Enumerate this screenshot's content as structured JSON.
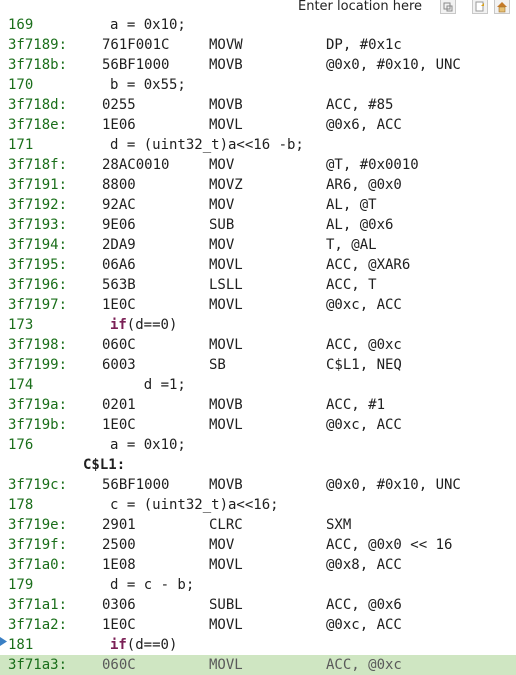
{
  "toolbar": {
    "location_placeholder": "Enter location here",
    "icons": [
      "link-to-editor-icon",
      "refresh-icon",
      "home-icon"
    ]
  },
  "lines": [
    {
      "kind": "src",
      "addr": "169",
      "text": "a = 0x10;"
    },
    {
      "kind": "asm",
      "addr": "3f7189:",
      "op": "761F001C",
      "mn": "MOVW",
      "args": "DP, #0x1c"
    },
    {
      "kind": "asm",
      "addr": "3f718b:",
      "op": "56BF1000",
      "mn": "MOVB",
      "args": "@0x0, #0x10, UNC"
    },
    {
      "kind": "src",
      "addr": "170",
      "text": "b = 0x55;"
    },
    {
      "kind": "asm",
      "addr": "3f718d:",
      "op": "0255",
      "mn": "MOVB",
      "args": "ACC, #85"
    },
    {
      "kind": "asm",
      "addr": "3f718e:",
      "op": "1E06",
      "mn": "MOVL",
      "args": "@0x6, ACC"
    },
    {
      "kind": "src",
      "addr": "171",
      "text": "d = (uint32_t)a<<16 -b;"
    },
    {
      "kind": "asm",
      "addr": "3f718f:",
      "op": "28AC0010",
      "mn": "MOV",
      "args": "@T, #0x0010"
    },
    {
      "kind": "asm",
      "addr": "3f7191:",
      "op": "8800",
      "mn": "MOVZ",
      "args": "AR6, @0x0"
    },
    {
      "kind": "asm",
      "addr": "3f7192:",
      "op": "92AC",
      "mn": "MOV",
      "args": "AL, @T"
    },
    {
      "kind": "asm",
      "addr": "3f7193:",
      "op": "9E06",
      "mn": "SUB",
      "args": "AL, @0x6"
    },
    {
      "kind": "asm",
      "addr": "3f7194:",
      "op": "2DA9",
      "mn": "MOV",
      "args": "T, @AL"
    },
    {
      "kind": "asm",
      "addr": "3f7195:",
      "op": "06A6",
      "mn": "MOVL",
      "args": "ACC, @XAR6"
    },
    {
      "kind": "asm",
      "addr": "3f7196:",
      "op": "563B",
      "mn": "LSLL",
      "args": "ACC, T"
    },
    {
      "kind": "asm",
      "addr": "3f7197:",
      "op": "1E0C",
      "mn": "MOVL",
      "args": "@0xc, ACC"
    },
    {
      "kind": "src",
      "addr": "173",
      "kw": "if",
      "text": "(d==0)"
    },
    {
      "kind": "asm",
      "addr": "3f7198:",
      "op": "060C",
      "mn": "MOVL",
      "args": "ACC, @0xc"
    },
    {
      "kind": "asm",
      "addr": "3f7199:",
      "op": "6003",
      "mn": "SB",
      "args": "C$L1, NEQ"
    },
    {
      "kind": "src",
      "addr": "174",
      "text": "    d =1;"
    },
    {
      "kind": "asm",
      "addr": "3f719a:",
      "op": "0201",
      "mn": "MOVB",
      "args": "ACC, #1"
    },
    {
      "kind": "asm",
      "addr": "3f719b:",
      "op": "1E0C",
      "mn": "MOVL",
      "args": "@0xc, ACC"
    },
    {
      "kind": "src",
      "addr": "176",
      "text": "a = 0x10;"
    },
    {
      "kind": "label",
      "text": "C$L1:"
    },
    {
      "kind": "asm",
      "addr": "3f719c:",
      "op": "56BF1000",
      "mn": "MOVB",
      "args": "@0x0, #0x10, UNC"
    },
    {
      "kind": "src",
      "addr": "178",
      "text": "c = (uint32_t)a<<16;"
    },
    {
      "kind": "asm",
      "addr": "3f719e:",
      "op": "2901",
      "mn": "CLRC",
      "args": "SXM"
    },
    {
      "kind": "asm",
      "addr": "3f719f:",
      "op": "2500",
      "mn": "MOV",
      "args": "ACC, @0x0 << 16"
    },
    {
      "kind": "asm",
      "addr": "3f71a0:",
      "op": "1E08",
      "mn": "MOVL",
      "args": "@0x8, ACC"
    },
    {
      "kind": "src",
      "addr": "179",
      "text": "d = c - b;"
    },
    {
      "kind": "asm",
      "addr": "3f71a1:",
      "op": "0306",
      "mn": "SUBL",
      "args": "ACC, @0x6"
    },
    {
      "kind": "asm",
      "addr": "3f71a2:",
      "op": "1E0C",
      "mn": "MOVL",
      "args": "@0xc, ACC"
    },
    {
      "kind": "src",
      "addr": "181",
      "kw": "if",
      "text": "(d==0)"
    },
    {
      "kind": "asm",
      "addr": "3f71a3:",
      "op": "060C",
      "mn": "MOVL",
      "args": "ACC, @0xc",
      "highlight": true
    }
  ]
}
